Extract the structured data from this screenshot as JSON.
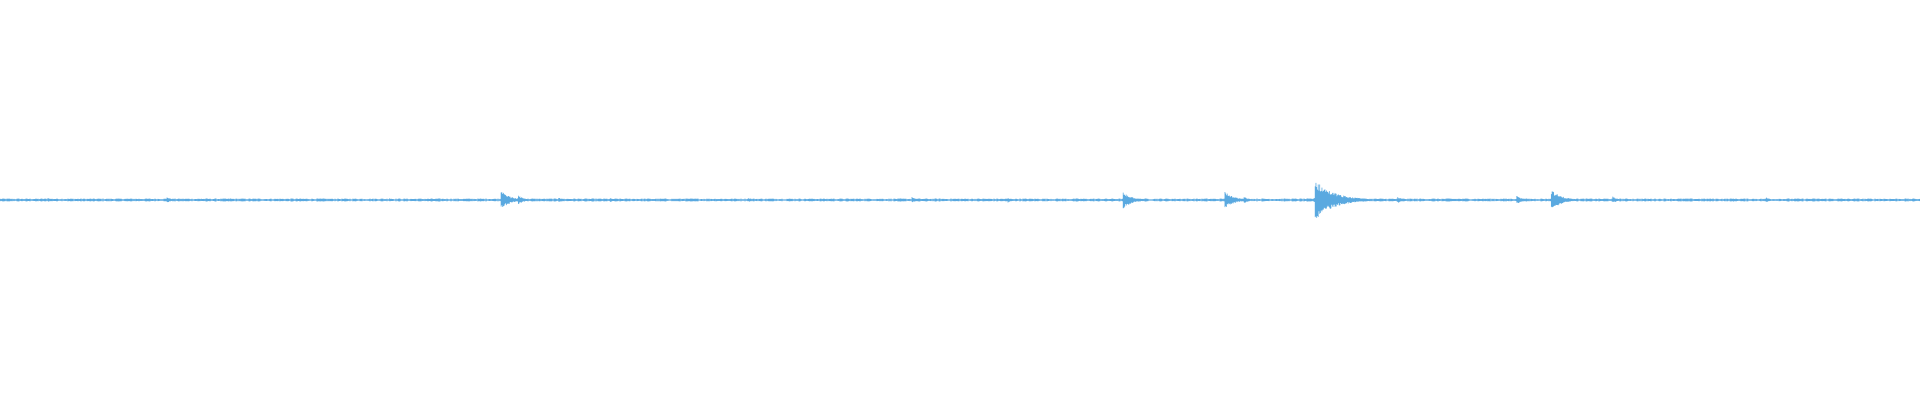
{
  "waveform": {
    "color": "#5aa9e0",
    "amplitude_peaks": [
      {
        "position": 0.025,
        "level": 0.04
      },
      {
        "position": 0.087,
        "level": 0.06
      },
      {
        "position": 0.105,
        "level": 0.03
      },
      {
        "position": 0.12,
        "level": 0.04
      },
      {
        "position": 0.152,
        "level": 0.03
      },
      {
        "position": 0.203,
        "level": 0.04
      },
      {
        "position": 0.261,
        "level": 0.18
      },
      {
        "position": 0.27,
        "level": 0.09
      },
      {
        "position": 0.291,
        "level": 0.05
      },
      {
        "position": 0.318,
        "level": 0.04
      },
      {
        "position": 0.356,
        "level": 0.03
      },
      {
        "position": 0.373,
        "level": 0.03
      },
      {
        "position": 0.39,
        "level": 0.04
      },
      {
        "position": 0.433,
        "level": 0.03
      },
      {
        "position": 0.475,
        "level": 0.06
      },
      {
        "position": 0.525,
        "level": 0.05
      },
      {
        "position": 0.585,
        "level": 0.17
      },
      {
        "position": 0.638,
        "level": 0.17
      },
      {
        "position": 0.648,
        "level": 0.07
      },
      {
        "position": 0.685,
        "level": 0.4
      },
      {
        "position": 0.695,
        "level": 0.12
      },
      {
        "position": 0.728,
        "level": 0.07
      },
      {
        "position": 0.755,
        "level": 0.03
      },
      {
        "position": 0.79,
        "level": 0.09
      },
      {
        "position": 0.808,
        "level": 0.2
      },
      {
        "position": 0.84,
        "level": 0.07
      },
      {
        "position": 0.87,
        "level": 0.03
      },
      {
        "position": 0.903,
        "level": 0.04
      },
      {
        "position": 0.92,
        "level": 0.05
      },
      {
        "position": 0.97,
        "level": 0.02
      }
    ]
  }
}
